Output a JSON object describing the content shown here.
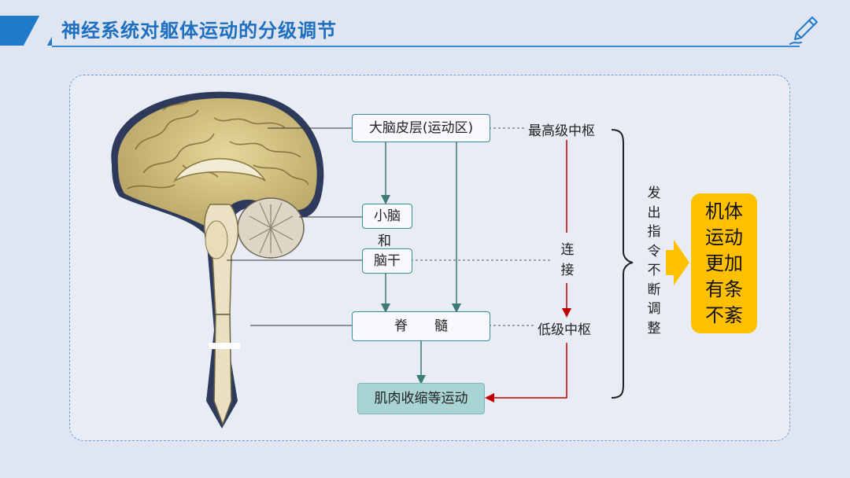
{
  "slide": {
    "title": "神经系统对躯体运动的分级调节"
  },
  "diagram": {
    "nodes": {
      "cortex": "大脑皮层(运动区)",
      "cerebellum": "小脑",
      "and": "和",
      "brainstem": "脑干",
      "spinal_cord": "脊　　髓",
      "muscle": "肌肉收缩等运动"
    },
    "labels": {
      "highest_center": "最高级中枢",
      "connect": "连接",
      "low_center": "低级中枢",
      "continuous_adjust": "发出指令不断调整"
    },
    "result": {
      "lines": [
        "机体",
        "运动",
        "更加",
        "有条",
        "不紊"
      ]
    }
  },
  "colors": {
    "accent": "#1f7ac9",
    "teal_arrow": "#3d7a78",
    "red_arrow": "#c00000",
    "result_bg": "#ffc000",
    "muscle_bg": "#a8d5d3"
  },
  "icons": {
    "header": "pen-icon",
    "arrow": "right-arrow-icon"
  }
}
